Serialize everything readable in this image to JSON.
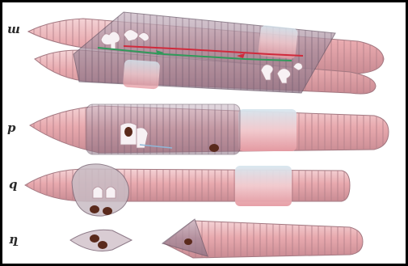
{
  "panels": [
    {
      "id": "a",
      "label": "ш"
    },
    {
      "id": "b",
      "label": "р"
    },
    {
      "id": "c",
      "label": "q"
    },
    {
      "id": "d",
      "label": "ղ"
    }
  ],
  "colors": {
    "worm_pink": "#e8a9ae",
    "worm_dark": "#a58a9a",
    "clitellum": "#f3c8cc",
    "clitellum_blue": "#cfe1ec",
    "cocoon_membrane": "#c8bcc4",
    "egg": "#5a2a1c",
    "sperm_green": "#2f9a5a",
    "sperm_red": "#d02a3c",
    "border": "#000000"
  }
}
